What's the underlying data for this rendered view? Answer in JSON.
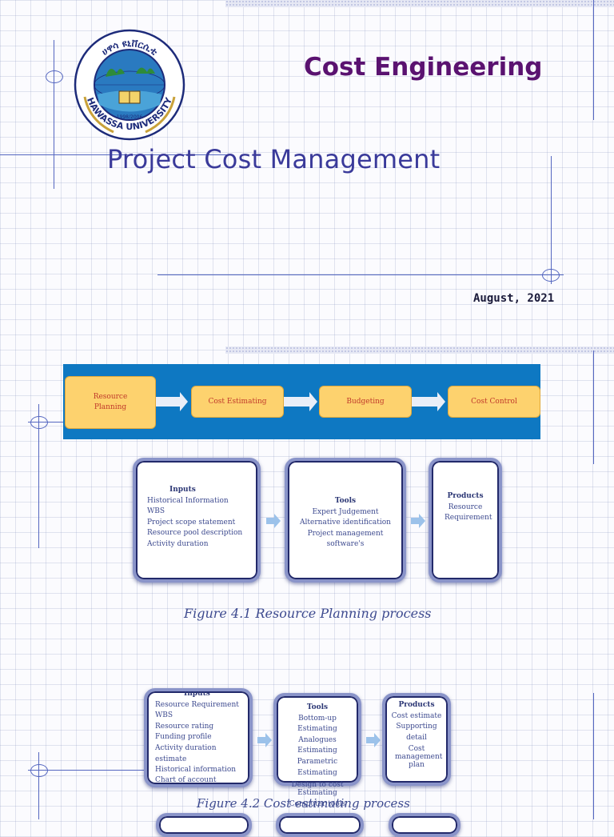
{
  "header": {
    "university": "HAWASSA UNIVERSITY",
    "amharic_name": "ሀዋሳ ዩኒቨርሲቲ",
    "seal_year": "1998/2006",
    "course_title": "Cost Engineering",
    "subtitle": "Project Cost Management",
    "date": "August, 2021"
  },
  "flow": {
    "steps": [
      "Resource Planning",
      "Cost Estimating",
      "Budgeting",
      "Cost Control"
    ],
    "colors": {
      "bar": "#0e78c2",
      "box": "#fdd26e",
      "text": "#c0392b"
    }
  },
  "figure1": {
    "inputs_title": "Inputs",
    "inputs": [
      "Historical Information",
      "WBS",
      "Project scope statement",
      "Resource pool description",
      "Activity duration"
    ],
    "tools_title": "Tools",
    "tools": [
      "Expert Judgement",
      "Alternative identification",
      "Project management software's"
    ],
    "products_title": "Products",
    "products": [
      "Resource Requirement"
    ],
    "caption": "Figure 4.1 Resource Planning process"
  },
  "figure2": {
    "inputs_title": "Inputs",
    "inputs": [
      "Resource Requirement",
      "WBS",
      "Resource rating",
      "Funding profile",
      "Activity duration estimate",
      "Historical information",
      "Chart of account Estimating publications"
    ],
    "tools_title": "Tools",
    "tools": [
      "Bottom-up Estimating",
      "Analogues Estimating",
      "Parametric Estimating",
      "Design to cost Estimating",
      "Computer tools"
    ],
    "products_title": "Products",
    "products": [
      "Cost estimate",
      "Supporting detail",
      "Cost management plan"
    ],
    "caption": "Figure 4.2  Cost estimating process"
  }
}
